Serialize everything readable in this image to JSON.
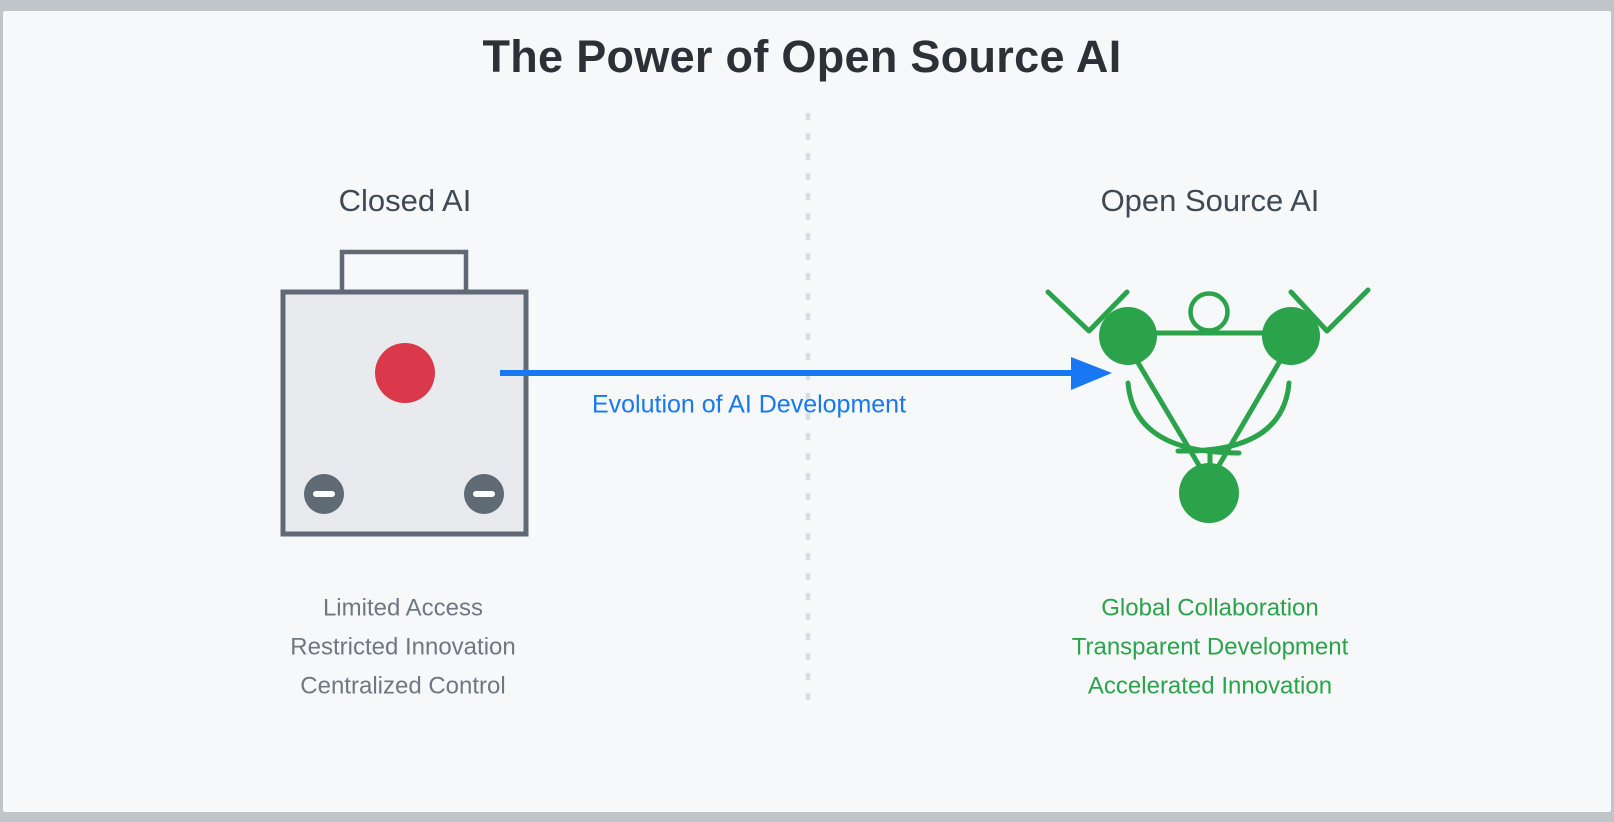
{
  "title": "The Power of Open Source AI",
  "left_panel": {
    "heading": "Closed AI",
    "icon": "closed-briefcase-icon",
    "items": [
      "Limited Access",
      "Restricted Innovation",
      "Centralized Control"
    ]
  },
  "right_panel": {
    "heading": "Open Source AI",
    "icon": "collaboration-network-icon",
    "items": [
      "Global Collaboration",
      "Transparent Development",
      "Accelerated Innovation"
    ]
  },
  "transition": {
    "label": "Evolution of AI Development"
  },
  "colors": {
    "frame": "#bfc5c9",
    "canvas_bg": "#f7f8fa",
    "title_text": "#2b3137",
    "heading_text": "#3e4953",
    "muted_text": "#6e7883",
    "closed_box_fill": "#e8eaed",
    "closed_box_border": "#5f6a75",
    "restricted_red": "#d9394a",
    "open_green": "#2aa34b",
    "evolution_blue": "#1877f2",
    "divider": "#d9dce2",
    "minus_glyph": "#ffffff"
  }
}
